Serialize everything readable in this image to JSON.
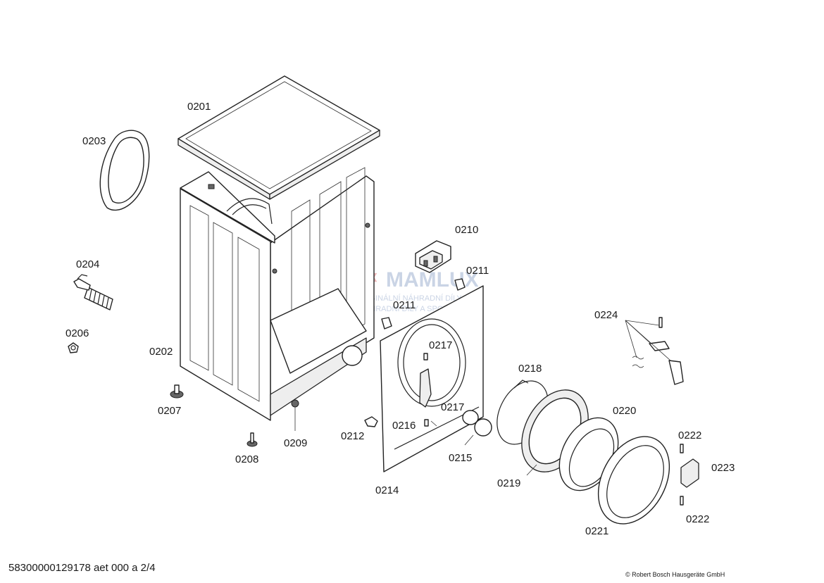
{
  "labels": {
    "p0201": "0201",
    "p0202": "0202",
    "p0203": "0203",
    "p0204": "0204",
    "p0206": "0206",
    "p0207": "0207",
    "p0208": "0208",
    "p0209": "0209",
    "p0210": "0210",
    "p0211a": "0211",
    "p0211b": "0211",
    "p0212": "0212",
    "p0214": "0214",
    "p0215": "0215",
    "p0216": "0216",
    "p0217a": "0217",
    "p0217b": "0217",
    "p0218": "0218",
    "p0219": "0219",
    "p0220": "0220",
    "p0221": "0221",
    "p0222a": "0222",
    "p0222b": "0222",
    "p0223": "0223",
    "p0224": "0224"
  },
  "footer": {
    "doc_id": "58300000129178 aet 000 a 2/4",
    "copyright": "© Robert Bosch Hausgeräte GmbH"
  },
  "watermark": {
    "brand": "MAMLUX",
    "line1": "ORIGINÁLNÍ NÁHRADNÍ DÍLY",
    "line2": "NÁHRADNÍ DÍLY A SPOTŘEBIČE"
  }
}
